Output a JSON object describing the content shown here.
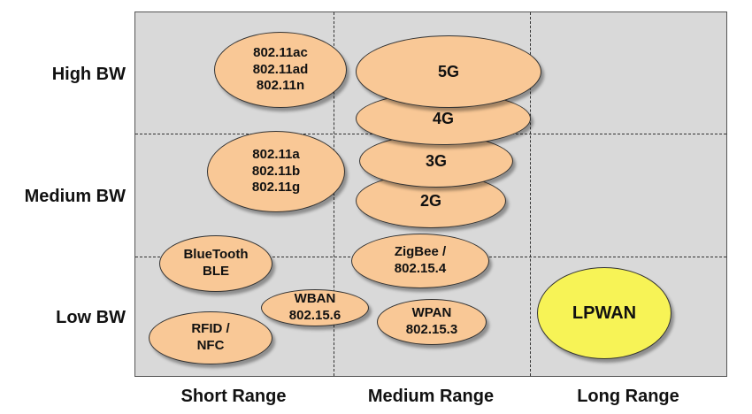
{
  "y_axis": {
    "high": "High BW",
    "medium": "Medium BW",
    "low": "Low BW"
  },
  "x_axis": {
    "short": "Short Range",
    "medium": "Medium Range",
    "long": "Long Range"
  },
  "technologies": {
    "wifi_high": "802.11ac\n802.11ad\n802.11n",
    "fiveg": "5G",
    "fourg": "4G",
    "threeg": "3G",
    "twog": "2G",
    "wifi_medium": "802.11a\n802.11b\n802.11g",
    "bluetooth": "BlueTooth\nBLE",
    "zigbee": "ZigBee /\n802.15.4",
    "wban": "WBAN\n802.15.6",
    "wpan": "WPAN\n802.15.3",
    "rfid": "RFID /\nNFC",
    "lpwan": "LPWAN"
  },
  "colors": {
    "bubble": "#f9c896",
    "lpwan": "#f7f356",
    "background": "#d9d9d9"
  }
}
